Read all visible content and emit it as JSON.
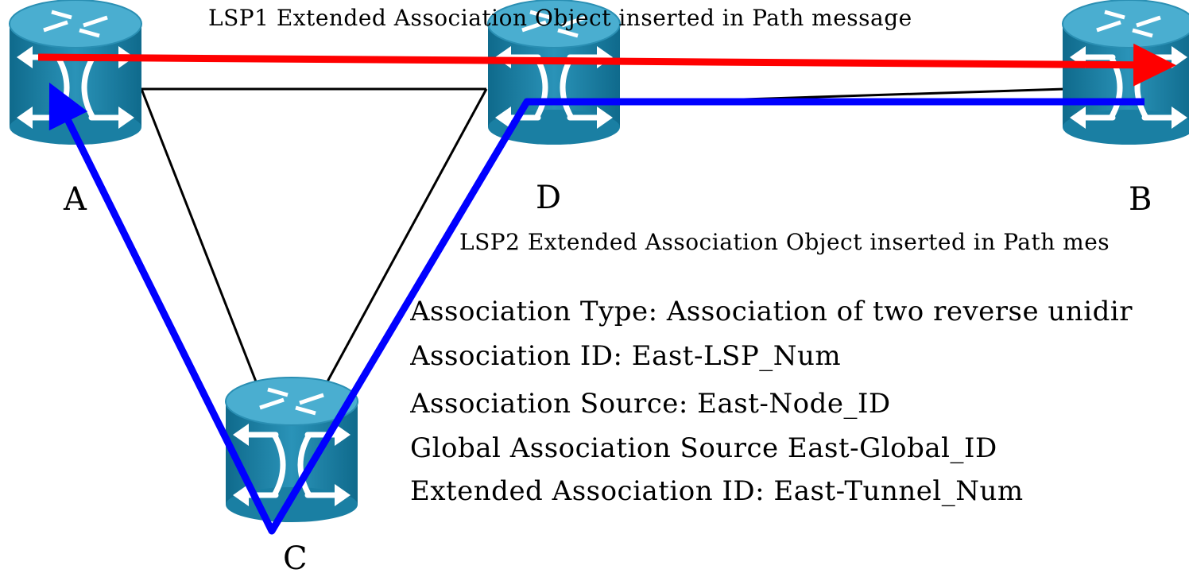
{
  "nodes": {
    "a": {
      "label": "A"
    },
    "b": {
      "label": "B"
    },
    "c": {
      "label": "C"
    },
    "d": {
      "label": "D"
    }
  },
  "lsp1_label": "LSP1  Extended Association Object inserted in Path message",
  "lsp2_label": "LSP2  Extended Association Object inserted in Path mes",
  "association_lines": [
    "Association Type: Association of two reverse unidir",
    "Association ID: East-LSP_Num",
    "Association Source: East-Node_ID",
    "Global Association Source East-Global_ID",
    "Extended Association ID: East-Tunnel_Num"
  ],
  "colors": {
    "lsp1": "#ff0000",
    "lsp2": "#0000ff",
    "link": "#000000",
    "router_top": "#3fa3c4",
    "router_side": "#1a7fa3",
    "router_dark": "#0f5f7f",
    "arrow": "#ffffff"
  }
}
